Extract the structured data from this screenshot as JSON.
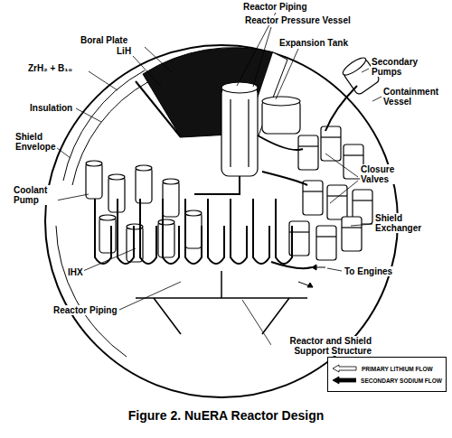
{
  "diagram": {
    "caption": "Figure 2. NuERA Reactor Design",
    "labels": [
      "Reactor Piping",
      "Reactor Pressure Vessel",
      "LiH",
      "Boral Plate",
      "Expansion Tank",
      "ZrH₂ + B₁₀",
      "Secondary Pumps",
      "Containment Vessel",
      "Insulation",
      "Shield Envelope",
      "Closure Valves",
      "Coolant Pump",
      "Shield Exchanger",
      "IHX",
      "To Engines",
      "Reactor Piping",
      "Reactor and Shield Support Structure"
    ],
    "legend": [
      {
        "text": "PRIMARY LITHIUM FLOW"
      },
      {
        "text": "SECONDARY SODIUM FLOW"
      }
    ]
  }
}
